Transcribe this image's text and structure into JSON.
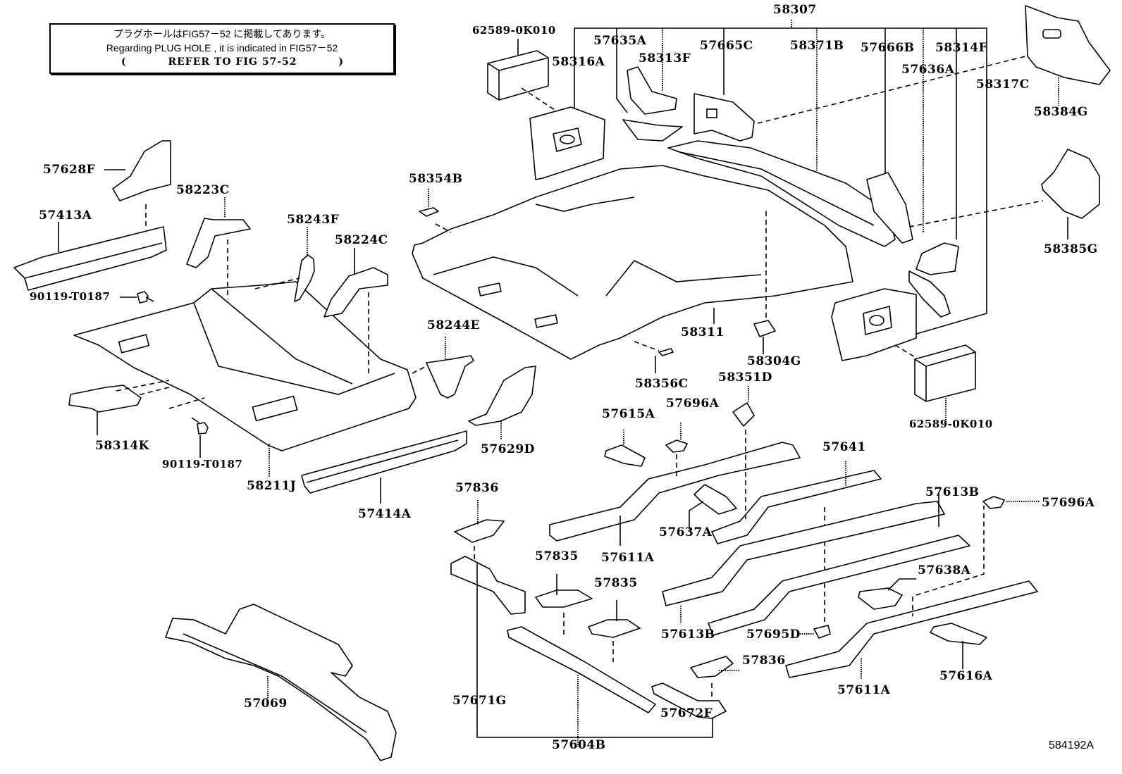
{
  "note": {
    "line_jp": "プラグホールはFIG57－52 に掲載してあります。",
    "line_en": "Regarding  PLUG HOLE , it is indicated in FIG57－52",
    "ref_open": "(",
    "ref_text": "REFER TO FIG 57-52",
    "ref_close": ")"
  },
  "figure_number": "584192A",
  "parts": {
    "p58307": "58307",
    "p62589_top": "62589-0K010",
    "p57635A": "57635A",
    "p58316A": "58316A",
    "p58313F": "58313F",
    "p57665C": "57665C",
    "p58371B": "58371B",
    "p57666B": "57666B",
    "p58314F": "58314F",
    "p57636A": "57636A",
    "p58317C": "58317C",
    "p58384G": "58384G",
    "p58385G": "58385G",
    "p57628F": "57628F",
    "p57413A": "57413A",
    "p58223C": "58223C",
    "p58243F": "58243F",
    "p58224C": "58224C",
    "p90119_top": "90119-T0187",
    "p58354B": "58354B",
    "p58244E": "58244E",
    "p58314K": "58314K",
    "p90119_bottom": "90119-T0187",
    "p58211J": "58211J",
    "p57414A": "57414A",
    "p57629D": "57629D",
    "p58311": "58311",
    "p58304G": "58304G",
    "p58356C": "58356C",
    "p58351D": "58351D",
    "p62589_bottom": "62589-0K010",
    "p57615A": "57615A",
    "p57696A_left": "57696A",
    "p57641": "57641",
    "p57613B_right": "57613B",
    "p57696A_right": "57696A",
    "p57836_top": "57836",
    "p57637A": "57637A",
    "p57611A_left": "57611A",
    "p57835_a": "57835",
    "p57835_b": "57835",
    "p57638A": "57638A",
    "p57613B_left": "57613B",
    "p57695D": "57695D",
    "p57836_bottom": "57836",
    "p57069": "57069",
    "p57671G": "57671G",
    "p57672F": "57672F",
    "p57604B": "57604B",
    "p57611A_right": "57611A",
    "p57616A": "57616A"
  }
}
